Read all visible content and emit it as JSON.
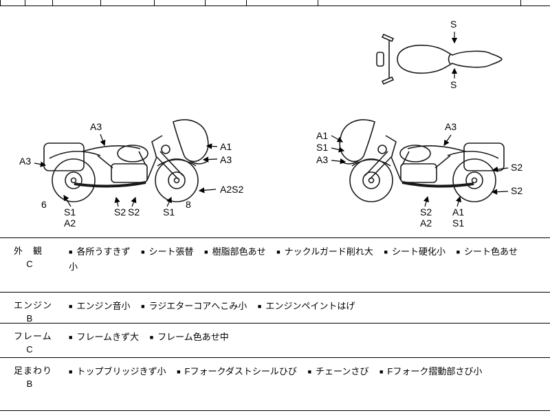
{
  "diagram": {
    "top_view": {
      "label_top": "S",
      "label_bottom": "S"
    },
    "left_bike": {
      "label_seat_top": "A3",
      "label_rear": "A3",
      "label_screen_1": "A1",
      "label_screen_2": "A3",
      "label_front_wheel": "A2S2",
      "num_rear": "6",
      "num_front": "8",
      "label_under_1a": "S1",
      "label_under_1b": "A2",
      "label_under_2": "S2",
      "label_under_3": "S2",
      "label_under_4": "S1"
    },
    "right_bike": {
      "label_screen_1": "A1",
      "label_screen_2": "S1",
      "label_screen_3": "A3",
      "label_seat_top": "A3",
      "label_rear_1": "S2",
      "label_rear_2": "S2",
      "label_under_1a": "S2",
      "label_under_1b": "A2",
      "label_under_2a": "A1",
      "label_under_2b": "S1"
    }
  },
  "table": {
    "bullet": "■",
    "rows": [
      {
        "category": "外　観",
        "grade": "C",
        "items": [
          "各所うすきず",
          "シート張替",
          "樹脂部色あせ",
          "ナックルガード削れ大",
          "シート硬化小",
          "シート色あせ小"
        ]
      },
      {
        "category": "エンジン",
        "grade": "B",
        "items": [
          "エンジン音小",
          "ラジエターコアへこみ小",
          "エンジンペイントはげ"
        ]
      },
      {
        "category": "フレーム",
        "grade": "C",
        "items": [
          "フレームきず大",
          "フレーム色あせ中"
        ]
      },
      {
        "category": "足まわり",
        "grade": "B",
        "items": [
          "トップブリッジきず小",
          "Fフォークダストシールひび",
          "チェーンさび",
          "Fフォーク摺動部さび小"
        ]
      }
    ]
  }
}
